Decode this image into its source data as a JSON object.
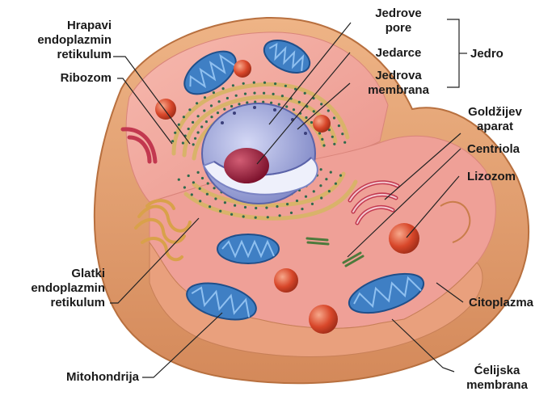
{
  "labels": {
    "rough_er": [
      "Hrapavi",
      "endoplazmin",
      "retikulum"
    ],
    "ribosome": "Ribozom",
    "nuclear_pores": [
      "Jedrove",
      "pore"
    ],
    "nucleolus": "Jedarce",
    "nuclear_membrane": [
      "Jedrova",
      "membrana"
    ],
    "nucleus": "Jedro",
    "golgi": [
      "Goldžijev",
      "aparat"
    ],
    "centriole": "Centriola",
    "lysosome": "Lizozom",
    "smooth_er": [
      "Glatki",
      "endoplazmin",
      "retikulum"
    ],
    "cytoplasm": "Citoplazma",
    "mitochondrion": "Mitohondrija",
    "cell_membrane": [
      "Ćelijska",
      "membrana"
    ]
  },
  "colors": {
    "membrane_outer": "#e2a06c",
    "membrane_dark": "#c97d4a",
    "cytoplasm": "#f2a9a0",
    "cytoplasm_dark": "#e48d86",
    "mitochondria": "#3f7fc4",
    "lysosome": "#d8472a",
    "nucleus": "#9aa3d9",
    "nucleolus": "#9a1e3c",
    "golgi": "#c2384f",
    "er": "#d9b36a",
    "centriole": "#4d7a3c",
    "leader_line": "#222222"
  }
}
